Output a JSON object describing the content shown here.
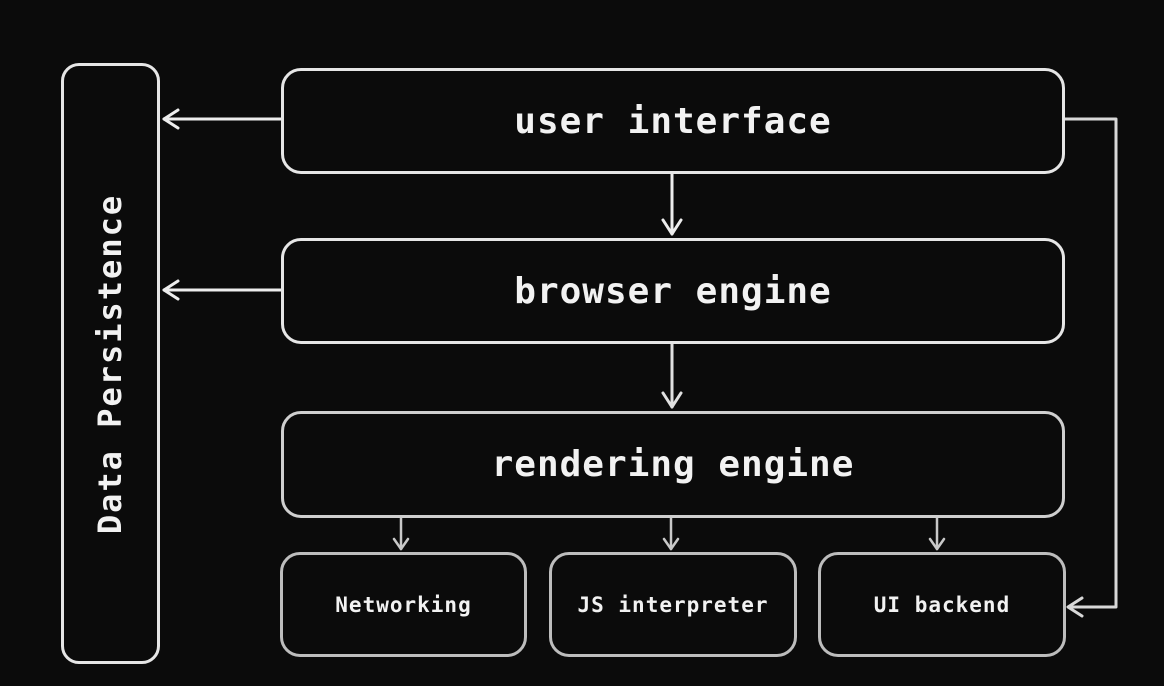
{
  "diagram": {
    "persistence": {
      "label": "Data Persistence"
    },
    "user_interface": {
      "label": "user interface"
    },
    "browser_engine": {
      "label": "browser engine"
    },
    "rendering_engine": {
      "label": "rendering engine"
    },
    "components": [
      {
        "label": "Networking"
      },
      {
        "label": "JS interpreter"
      },
      {
        "label": "UI backend"
      }
    ],
    "colors": {
      "background": "#0b0b0b",
      "stroke": "#e6e6e6",
      "text": "#f2f2f2"
    }
  }
}
